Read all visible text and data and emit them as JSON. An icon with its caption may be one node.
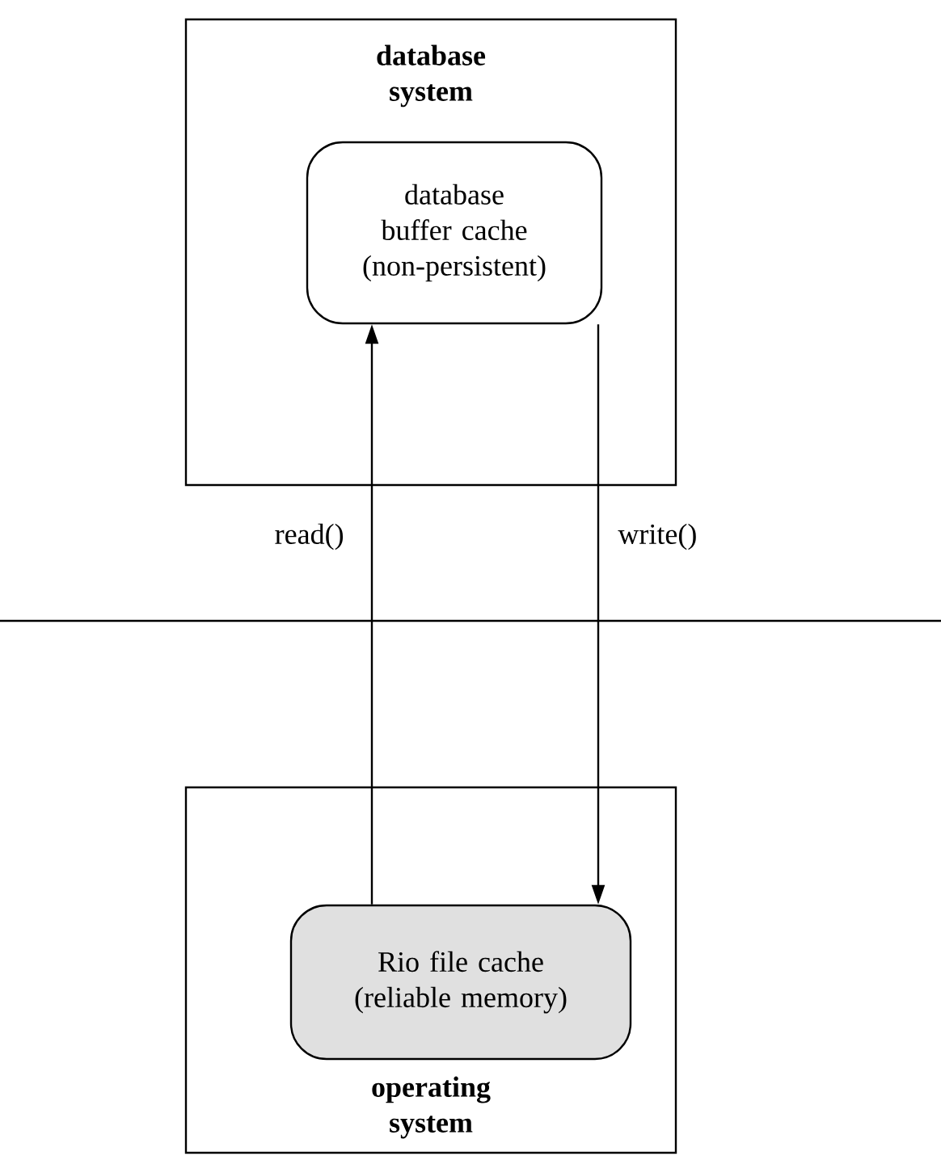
{
  "diagram": {
    "nodes": [
      {
        "text": [
          "database system"
        ]
      },
      {
        "text": [
          "database buffer cache (non-persistent)"
        ],
        "in": 0
      },
      {
        "text": [
          "operating system"
        ]
      },
      {
        "text": [
          "Rio file cache (reliable memory)"
        ],
        "in": 2
      }
    ],
    "edges": [
      {
        "from": 3,
        "to": 1,
        "arrow": "to",
        "label": "read()"
      },
      {
        "from": 1,
        "to": 3,
        "arrow": "to",
        "label": "write()"
      }
    ]
  }
}
